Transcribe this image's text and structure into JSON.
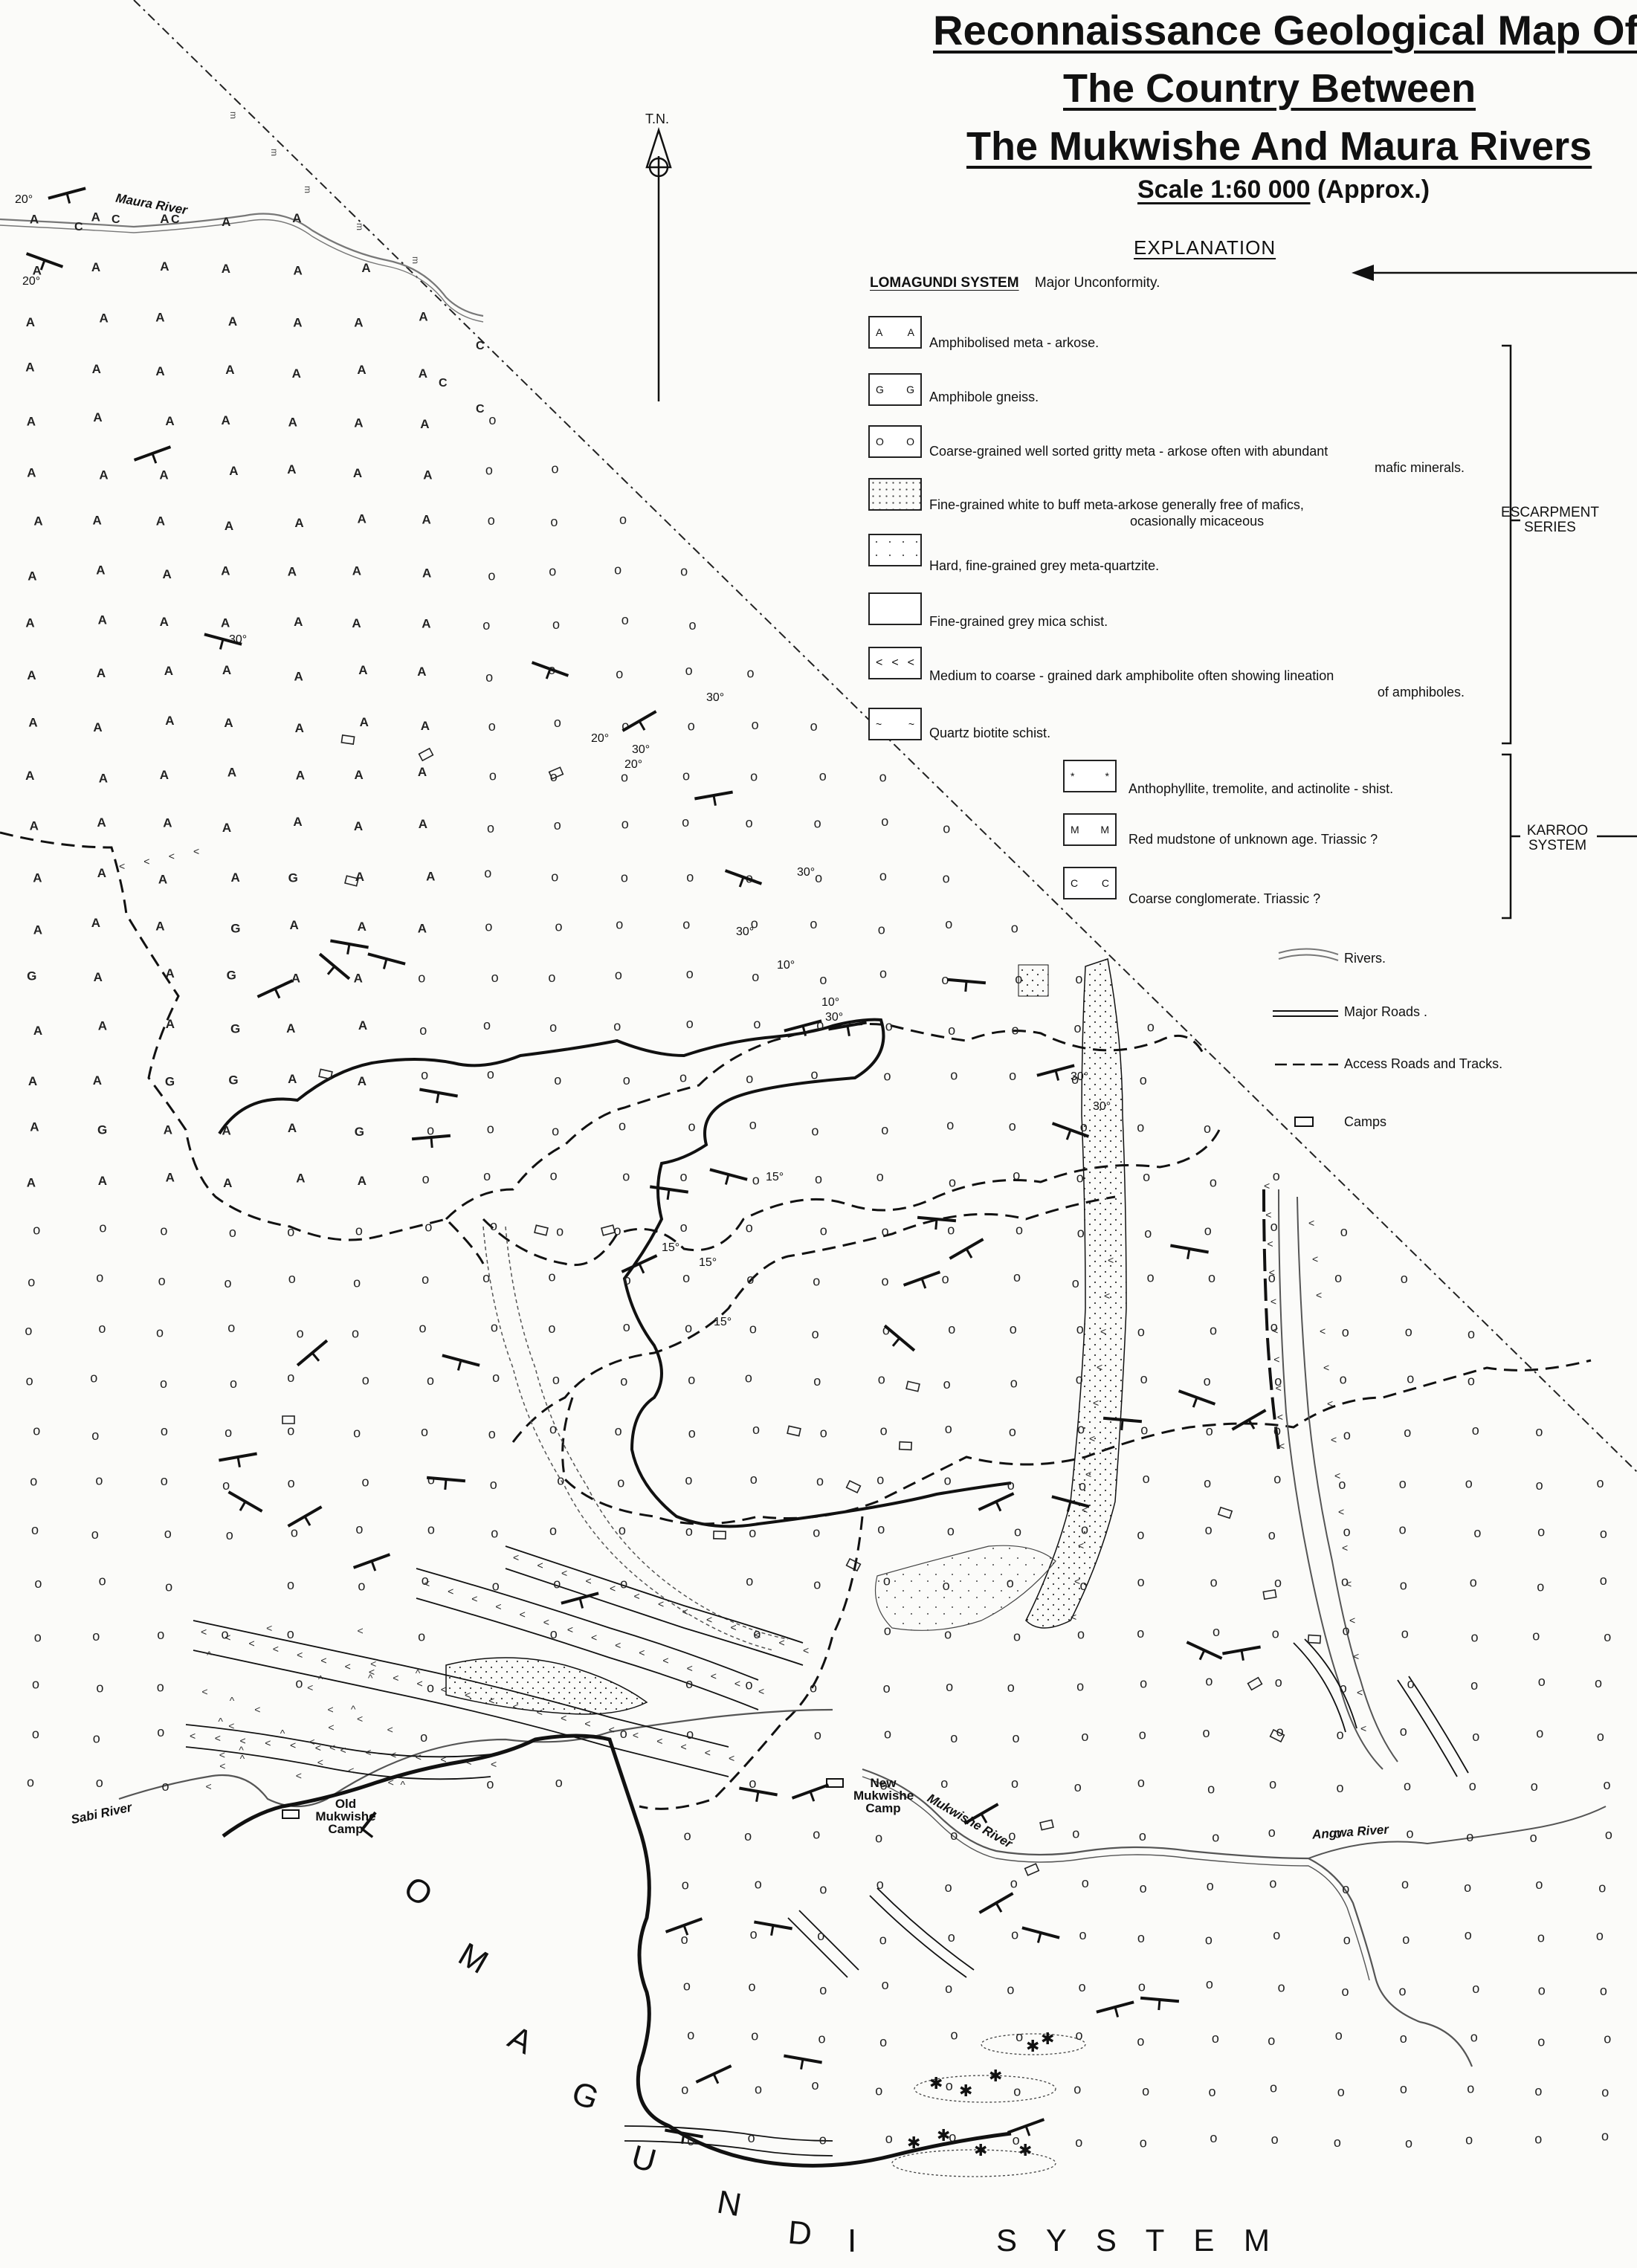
{
  "title": {
    "line1": "Reconnaissance Geological Map Of",
    "line2": "The Country Between",
    "line3": "The Mukwishe And Maura Rivers",
    "scale": "Scale 1:60 000",
    "scale_suffix": "(Approx.)"
  },
  "north_arrow": "T.N.",
  "legend": {
    "heading": "EXPLANATION",
    "lomagundi_system": "LOMAGUNDI SYSTEM",
    "major_unconformity": "Major Unconformity.",
    "units": [
      {
        "symbol": "A",
        "text": "Amphibolised meta - arkose."
      },
      {
        "symbol": "G",
        "text": "Amphibole gneiss."
      },
      {
        "symbol": "O",
        "text": "Coarse-grained well sorted gritty meta - arkose often with abundant",
        "text2": "mafic minerals."
      },
      {
        "symbol": "",
        "text": "Fine-grained white to buff meta-arkose generally free of mafics,",
        "text2": "ocasionally micaceous"
      },
      {
        "symbol": "",
        "text": "Hard, fine-grained grey meta-quartzite."
      },
      {
        "symbol": "",
        "text": "Fine-grained grey mica schist."
      },
      {
        "symbol": "<",
        "text": "Medium to coarse - grained dark amphibolite often showing lineation",
        "text2": "of amphiboles."
      },
      {
        "symbol": "~",
        "text": "Quartz biotite schist."
      }
    ],
    "karroo_units": [
      {
        "symbol": "*",
        "text": "Anthophyllite, tremolite, and actinolite - shist."
      },
      {
        "symbol": "M",
        "text": "Red mudstone of unknown age. Triassic ?"
      },
      {
        "symbol": "C",
        "text": "Coarse conglomerate. Triassic ?"
      }
    ],
    "escarpment_series": "ESCARPMENT SERIES",
    "karroo_system": "KARROO SYSTEM",
    "line_symbols": [
      {
        "text": "Rivers."
      },
      {
        "text": "Major Roads ."
      },
      {
        "text": "Access Roads and Tracks."
      },
      {
        "text": "Camps"
      }
    ]
  },
  "map_labels": {
    "maura_river": "Maura River",
    "sabi_river": "Sabi River",
    "mukwishe_river": "Mukwishe River",
    "angwa_river": "Angwa River",
    "old_mukwishe_camp": "Old Mukwishe Camp",
    "new_mukwishe_camp": "New Mukwishe Camp",
    "dip_labels": [
      "20°",
      "20°",
      "30°",
      "20°",
      "30°",
      "20°",
      "30°",
      "30°",
      "30°",
      "10°",
      "10°",
      "30°",
      "30°",
      "30°",
      "15°",
      "15°",
      "15°",
      "15°"
    ],
    "bottom_letters": [
      "L",
      "O",
      "M",
      "A",
      "G",
      "U",
      "N",
      "D",
      "I"
    ],
    "bottom_word": "S Y S T E M"
  },
  "colors": {
    "ink": "#111111",
    "paper": "#fbfbf9"
  }
}
